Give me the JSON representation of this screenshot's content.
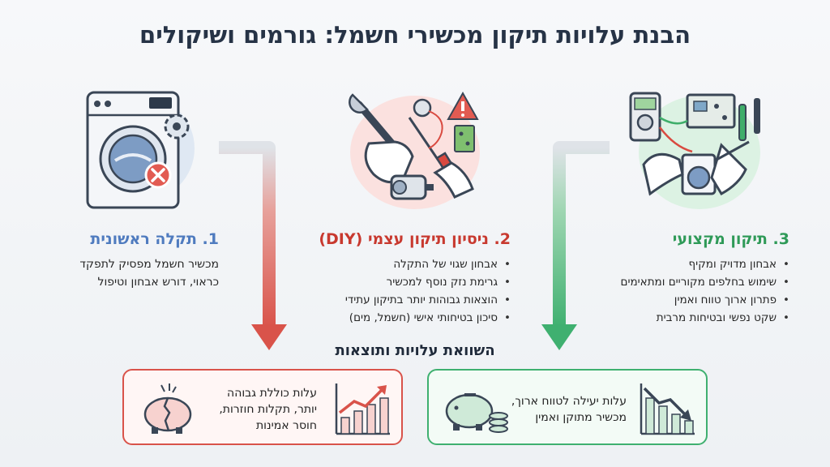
{
  "title": "הבנת עלויות תיקון מכשירי חשמל: גורמים ושיקולים",
  "columns": {
    "breakdown": {
      "title": "1. תקלה ראשונית",
      "description_lines": [
        "מכשיר חשמל מפסיק לתפקד",
        "כראוי, דורש אבחון וטיפול"
      ],
      "icons": [
        "washing-machine-icon",
        "gear-icon",
        "error-x-icon"
      ]
    },
    "diy": {
      "title": "2. ניסיון תיקון עצמי (DIY)",
      "bullets": [
        "אבחון שגוי של התקלה",
        "גרימת נזק נוסף למכשיר",
        "הוצאות גבוהות יותר בתיקון עתידי",
        "סיכון בטיחותי אישי (חשמל, מים)"
      ],
      "icons": [
        "wrench-icon",
        "screwdriver-icon",
        "warning-icon",
        "motor-icon",
        "circuit-board-icon"
      ]
    },
    "professional": {
      "title": "3. תיקון מקצועי",
      "bullets": [
        "אבחון מדויק ומקיף",
        "שימוש בחלפים מקוריים ומתאימים",
        "פתרון ארוך טווח ואמין",
        "שקט נפשי ובטיחות מרבית"
      ],
      "icons": [
        "multimeter-icon",
        "circuit-board-icon",
        "washing-machine-icon",
        "probe-icon"
      ]
    }
  },
  "comparison": {
    "title": "השוואת עלויות ותוצאות",
    "diy_card": {
      "lines": [
        "עלות כוללת גבוהה",
        "יותר, תקלות חוזרות,",
        "חוסר אמינות"
      ],
      "icons": [
        "broken-piggy-bank-icon",
        "rising-cost-chart-icon"
      ]
    },
    "pro_card": {
      "lines": [
        "עלות יעילה לטווח ארוך,",
        "מכשיר מתוקן ואמין"
      ],
      "icons": [
        "piggy-bank-coins-icon",
        "falling-cost-chart-icon"
      ]
    }
  },
  "colors": {
    "title": "#263346",
    "breakdown_accent": "#4f7bbf",
    "diy_accent": "#c8392f",
    "pro_accent": "#2f9a58",
    "arrow_red": "#d9534a",
    "arrow_green": "#3fb070"
  }
}
